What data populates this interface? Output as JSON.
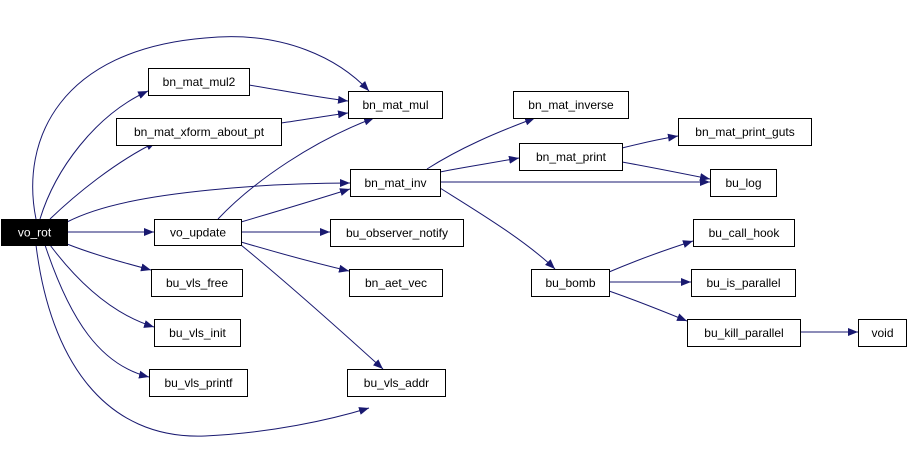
{
  "colors": {
    "edge": "#191970",
    "node_fill": "#ffffff",
    "node_text": "#000000",
    "root_fill": "#000000",
    "root_text": "#ffffff"
  },
  "nodes": [
    {
      "id": "vo_rot",
      "label": "vo_rot",
      "root": true
    },
    {
      "id": "bn_mat_mul2",
      "label": "bn_mat_mul2"
    },
    {
      "id": "bn_mat_xform_about_pt",
      "label": "bn_mat_xform_about_pt"
    },
    {
      "id": "vo_update",
      "label": "vo_update"
    },
    {
      "id": "bu_vls_free",
      "label": "bu_vls_free"
    },
    {
      "id": "bu_vls_init",
      "label": "bu_vls_init"
    },
    {
      "id": "bu_vls_printf",
      "label": "bu_vls_printf"
    },
    {
      "id": "bn_mat_mul",
      "label": "bn_mat_mul"
    },
    {
      "id": "bn_mat_inv",
      "label": "bn_mat_inv"
    },
    {
      "id": "bu_observer_notify",
      "label": "bu_observer_notify"
    },
    {
      "id": "bn_aet_vec",
      "label": "bn_aet_vec"
    },
    {
      "id": "bu_vls_addr",
      "label": "bu_vls_addr"
    },
    {
      "id": "bn_mat_inverse",
      "label": "bn_mat_inverse"
    },
    {
      "id": "bn_mat_print",
      "label": "bn_mat_print"
    },
    {
      "id": "bu_bomb",
      "label": "bu_bomb"
    },
    {
      "id": "bn_mat_print_guts",
      "label": "bn_mat_print_guts"
    },
    {
      "id": "bu_log",
      "label": "bu_log"
    },
    {
      "id": "bu_call_hook",
      "label": "bu_call_hook"
    },
    {
      "id": "bu_is_parallel",
      "label": "bu_is_parallel"
    },
    {
      "id": "bu_kill_parallel",
      "label": "bu_kill_parallel"
    },
    {
      "id": "void",
      "label": "void"
    }
  ],
  "edges": [
    {
      "from": "vo_rot",
      "to": "bn_mat_mul"
    },
    {
      "from": "vo_rot",
      "to": "bn_mat_mul2"
    },
    {
      "from": "vo_rot",
      "to": "bn_mat_xform_about_pt"
    },
    {
      "from": "vo_rot",
      "to": "bn_mat_inv"
    },
    {
      "from": "vo_rot",
      "to": "vo_update"
    },
    {
      "from": "vo_rot",
      "to": "bu_vls_free"
    },
    {
      "from": "vo_rot",
      "to": "bu_vls_init"
    },
    {
      "from": "vo_rot",
      "to": "bu_vls_printf"
    },
    {
      "from": "vo_rot",
      "to": "bu_vls_addr"
    },
    {
      "from": "bn_mat_mul2",
      "to": "bn_mat_mul"
    },
    {
      "from": "bn_mat_xform_about_pt",
      "to": "bn_mat_mul"
    },
    {
      "from": "vo_update",
      "to": "bn_mat_mul"
    },
    {
      "from": "vo_update",
      "to": "bn_mat_inv"
    },
    {
      "from": "vo_update",
      "to": "bu_observer_notify"
    },
    {
      "from": "vo_update",
      "to": "bn_aet_vec"
    },
    {
      "from": "vo_update",
      "to": "bu_vls_addr"
    },
    {
      "from": "bn_mat_inv",
      "to": "bn_mat_inverse"
    },
    {
      "from": "bn_mat_inv",
      "to": "bn_mat_print"
    },
    {
      "from": "bn_mat_inv",
      "to": "bu_log"
    },
    {
      "from": "bn_mat_inv",
      "to": "bu_bomb"
    },
    {
      "from": "bn_mat_print",
      "to": "bn_mat_print_guts"
    },
    {
      "from": "bn_mat_print",
      "to": "bu_log"
    },
    {
      "from": "bu_bomb",
      "to": "bu_call_hook"
    },
    {
      "from": "bu_bomb",
      "to": "bu_is_parallel"
    },
    {
      "from": "bu_bomb",
      "to": "bu_kill_parallel"
    },
    {
      "from": "bu_kill_parallel",
      "to": "void"
    }
  ]
}
